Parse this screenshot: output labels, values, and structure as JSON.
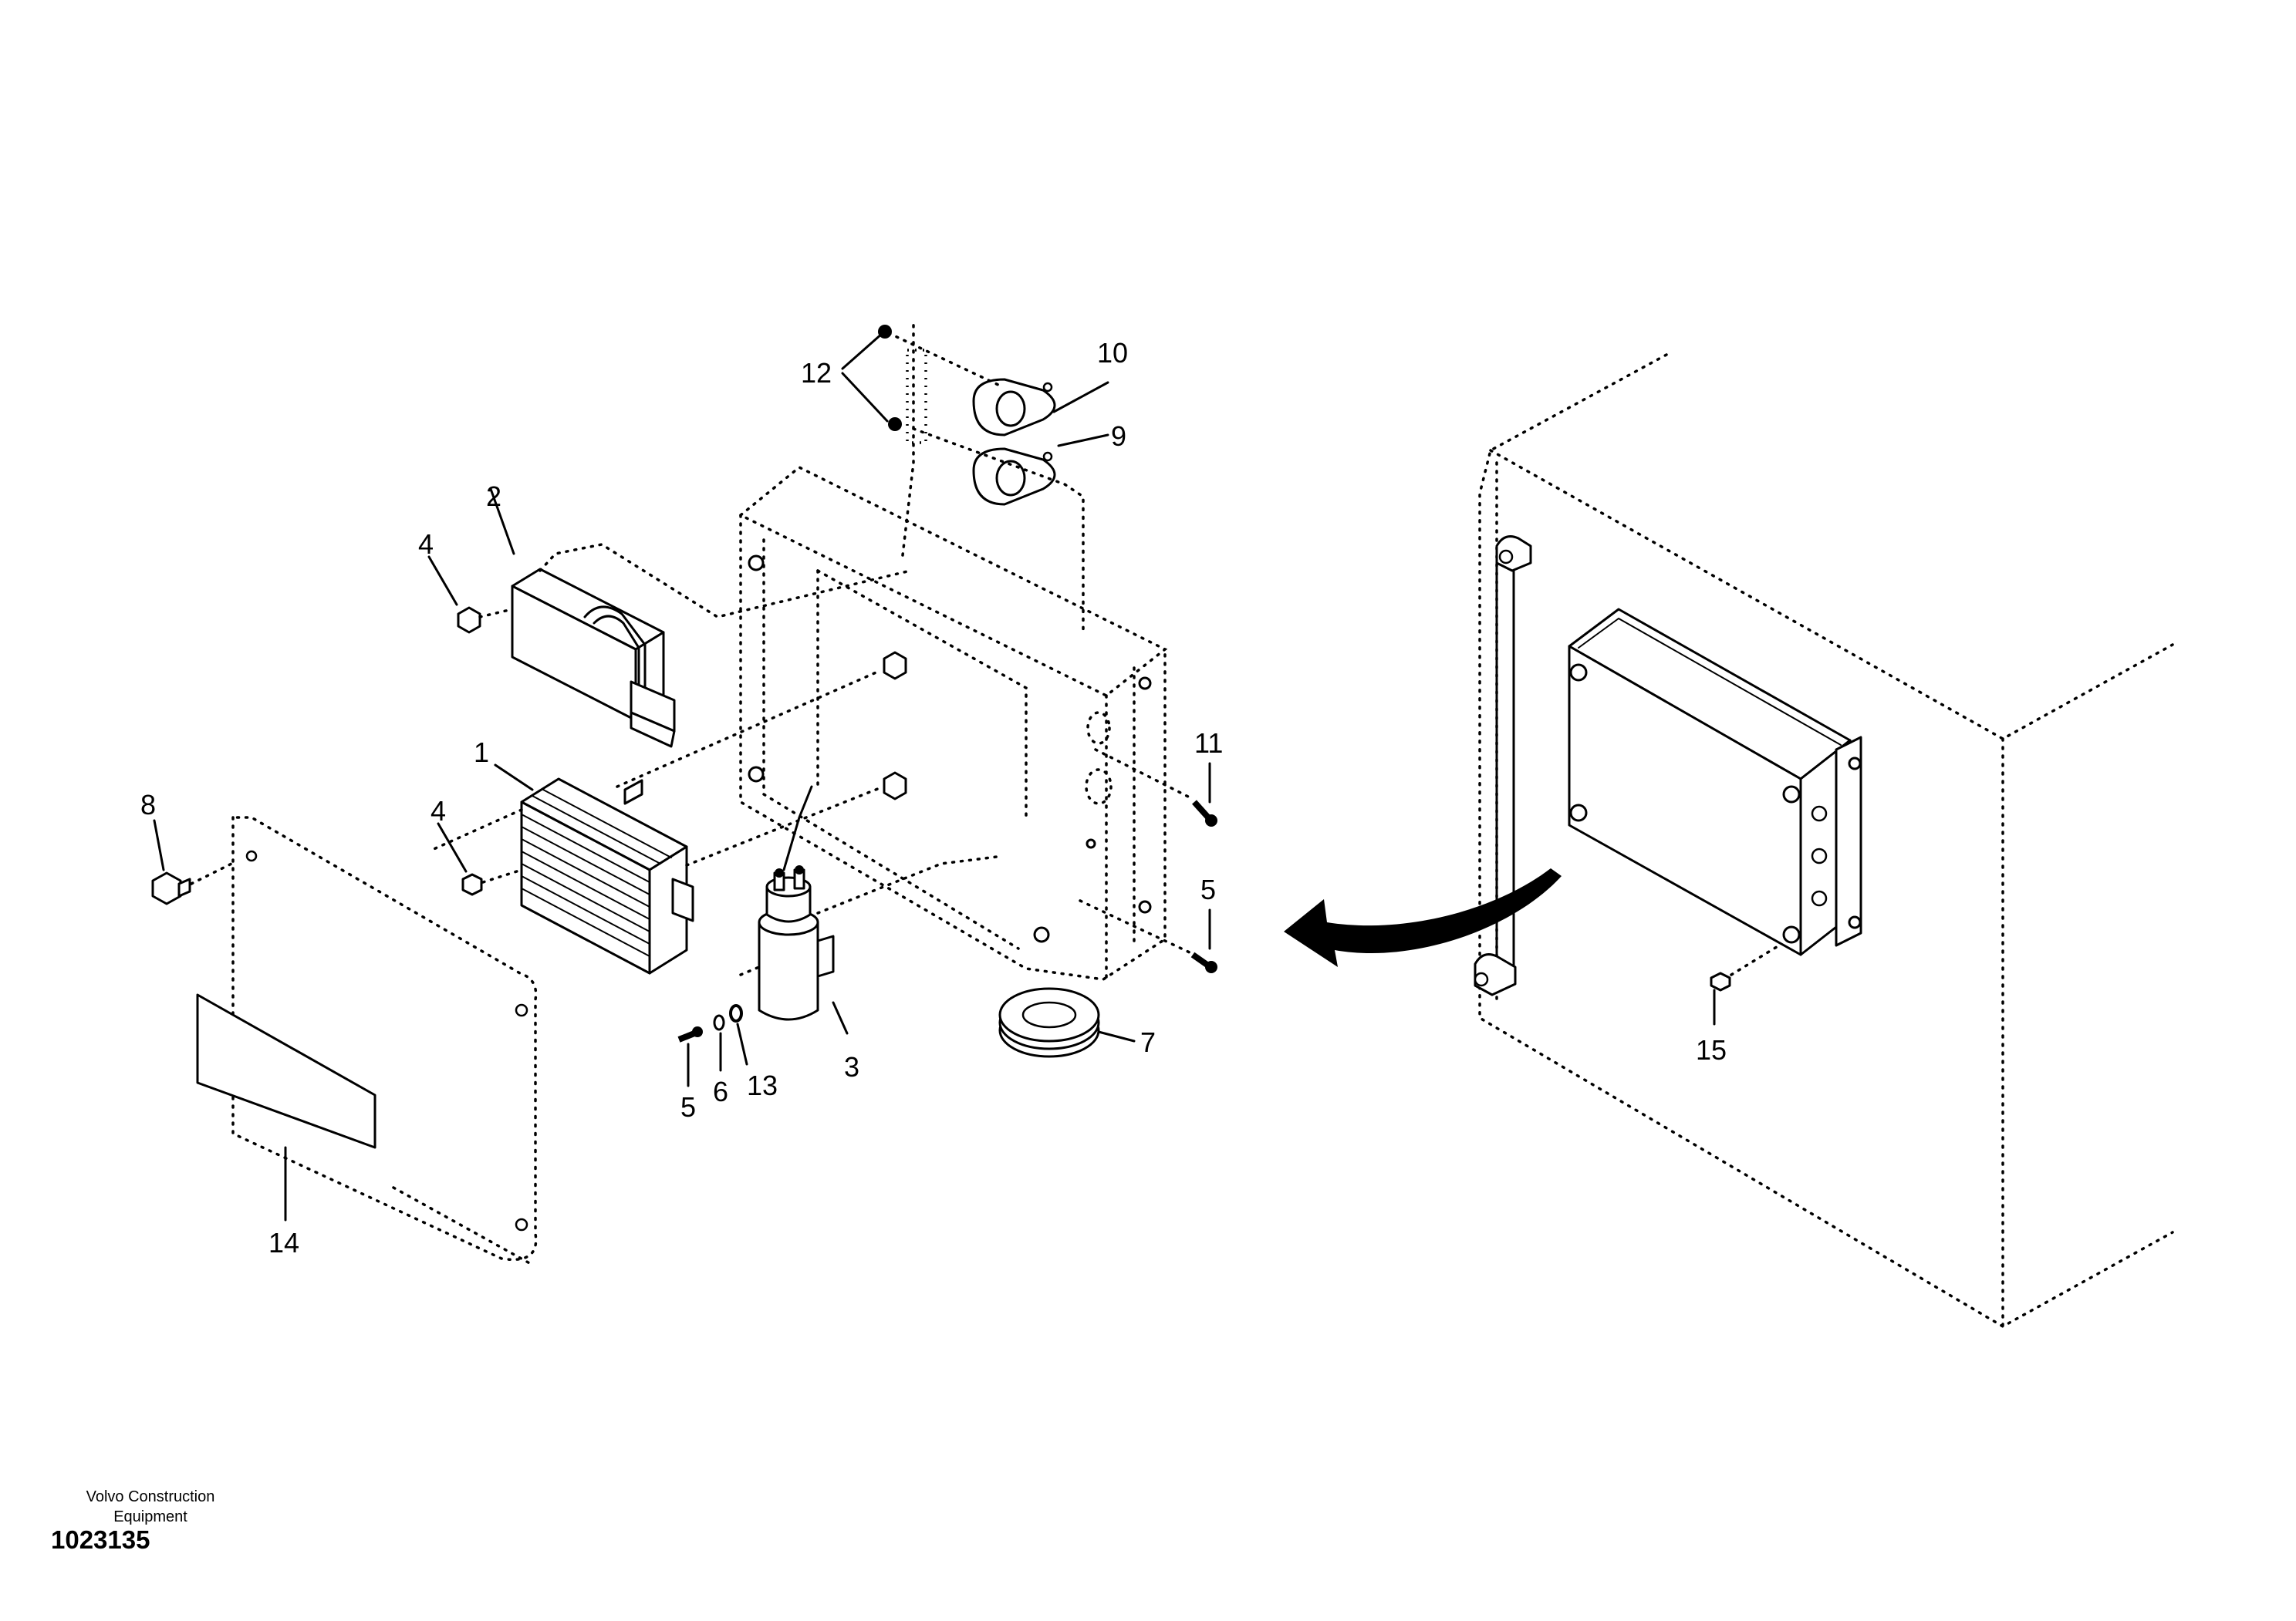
{
  "footer": {
    "company_line1": "Volvo Construction",
    "company_line2": "Equipment",
    "drawing_number": "1023135"
  },
  "callouts": {
    "c1": "1",
    "c2": "2",
    "c3": "3",
    "c4a": "4",
    "c4b": "4",
    "c5a": "5",
    "c5b": "5",
    "c6": "6",
    "c7": "7",
    "c8": "8",
    "c9": "9",
    "c10": "10",
    "c11": "11",
    "c12": "12",
    "c13": "13",
    "c14": "14",
    "c15": "15"
  }
}
